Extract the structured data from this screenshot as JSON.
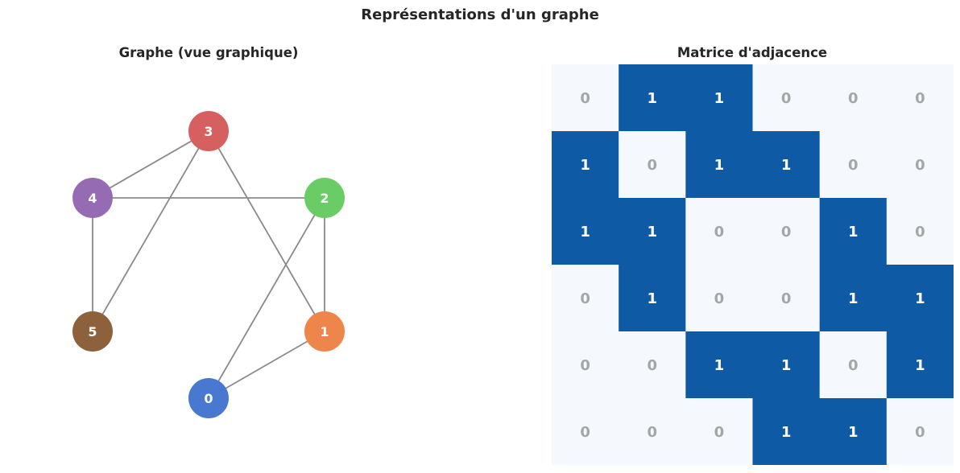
{
  "figure": {
    "title": "Représentations d'un graphe"
  },
  "graph": {
    "title": "Graphe (vue graphique)",
    "nodes": [
      {
        "id": "0",
        "label": "0",
        "color": "#4878d0"
      },
      {
        "id": "1",
        "label": "1",
        "color": "#ee854a"
      },
      {
        "id": "2",
        "label": "2",
        "color": "#6acc64"
      },
      {
        "id": "3",
        "label": "3",
        "color": "#d65f5f"
      },
      {
        "id": "4",
        "label": "4",
        "color": "#956cb4"
      },
      {
        "id": "5",
        "label": "5",
        "color": "#8c613c"
      }
    ],
    "edges": [
      [
        0,
        1
      ],
      [
        0,
        2
      ],
      [
        1,
        2
      ],
      [
        1,
        3
      ],
      [
        2,
        4
      ],
      [
        3,
        4
      ],
      [
        3,
        5
      ],
      [
        4,
        5
      ]
    ],
    "edge_color": "#8a8a8a",
    "label_color": "#ffffff"
  },
  "matrix": {
    "title": "Matrice d'adjacence",
    "values": [
      [
        0,
        1,
        1,
        0,
        0,
        0
      ],
      [
        1,
        0,
        1,
        1,
        0,
        0
      ],
      [
        1,
        1,
        0,
        0,
        1,
        0
      ],
      [
        0,
        1,
        0,
        0,
        1,
        1
      ],
      [
        0,
        0,
        1,
        1,
        0,
        1
      ],
      [
        0,
        0,
        0,
        1,
        1,
        0
      ]
    ],
    "color_one": "#0f5aa5",
    "color_zero": "#f5f9fe",
    "text_one": "#ffffff",
    "text_zero": "#a6a6a6"
  }
}
